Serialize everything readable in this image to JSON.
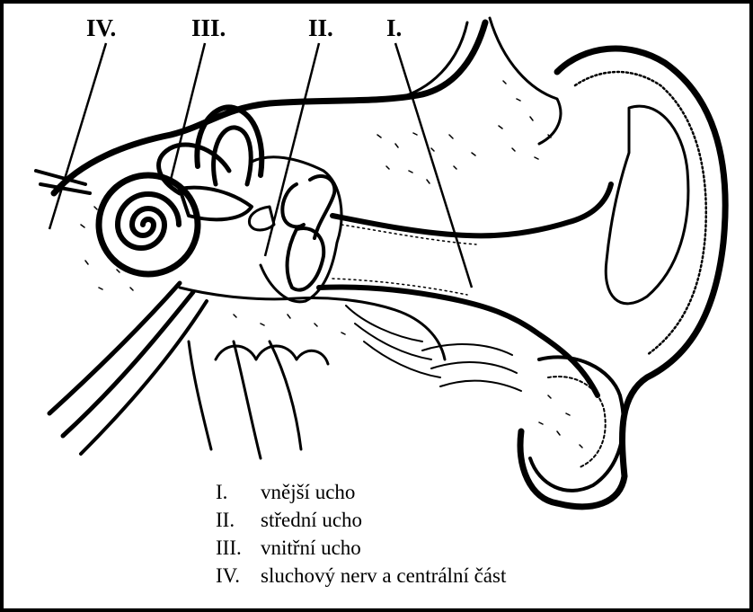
{
  "labels": {
    "i": "I.",
    "ii": "II.",
    "iii": "III.",
    "iv": "IV."
  },
  "legend": [
    {
      "num": "I.",
      "text": "vnější ucho"
    },
    {
      "num": "II.",
      "text": "střední ucho"
    },
    {
      "num": "III.",
      "text": "vnitřní ucho"
    },
    {
      "num": "IV.",
      "text": "sluchový nerv a centrální část"
    }
  ]
}
